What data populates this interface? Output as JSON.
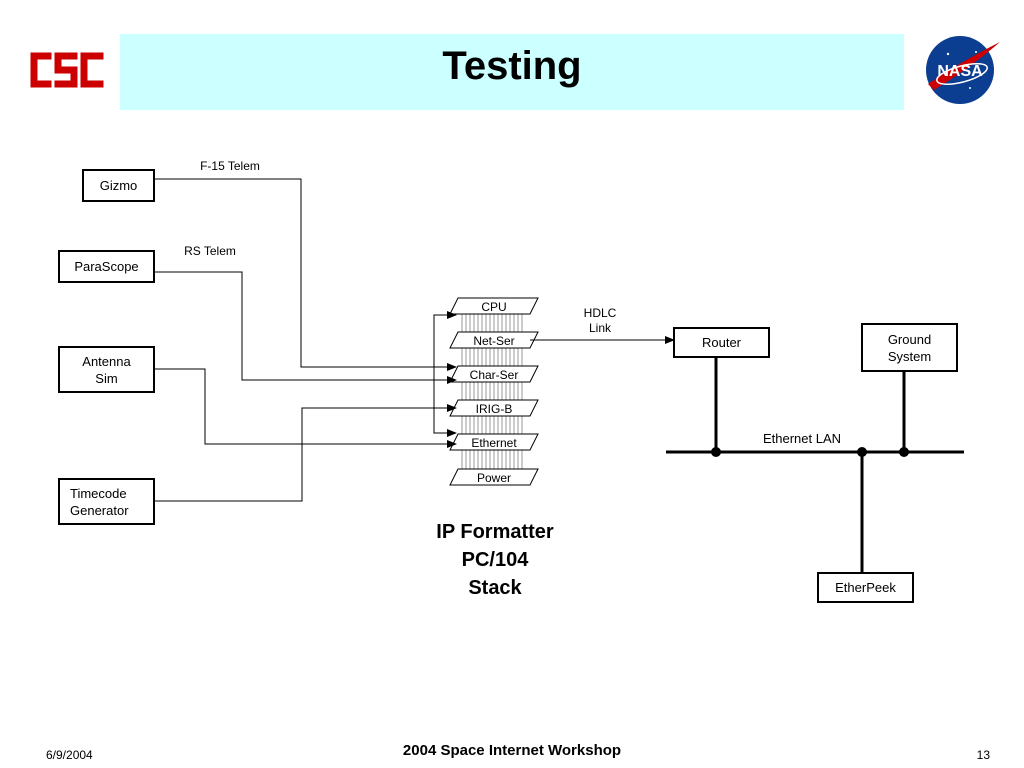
{
  "slide": {
    "title": "Testing",
    "date": "6/9/2004",
    "footer_title": "2004 Space Internet Workshop",
    "page_number": "13"
  },
  "logos": {
    "left": "CSC",
    "right": "NASA",
    "csc_color": "#cc0000",
    "nasa_color": "#0b3d91"
  },
  "sources": {
    "gizmo": "Gizmo",
    "parascope": "ParaScope",
    "antenna_sim": "Antenna\nSim",
    "timecode_generator": "Timecode\nGenerator"
  },
  "links": {
    "f15_telem": "F-15 Telem",
    "rs_telem": "RS Telem",
    "hdlc_link": "HDLC\nLink",
    "ethernet_lan": "Ethernet LAN"
  },
  "stack": {
    "cards": [
      "CPU",
      "Net-Ser",
      "Char-Ser",
      "IRIG-B",
      "Ethernet",
      "Power"
    ],
    "caption": "IP Formatter\nPC/104\nStack"
  },
  "network": {
    "router": "Router",
    "ground_system": "Ground\nSystem",
    "etherpeek": "EtherPeek"
  },
  "colors": {
    "title_bg": "#ccffff",
    "line": "#000000",
    "stack_pins": "#999999"
  }
}
